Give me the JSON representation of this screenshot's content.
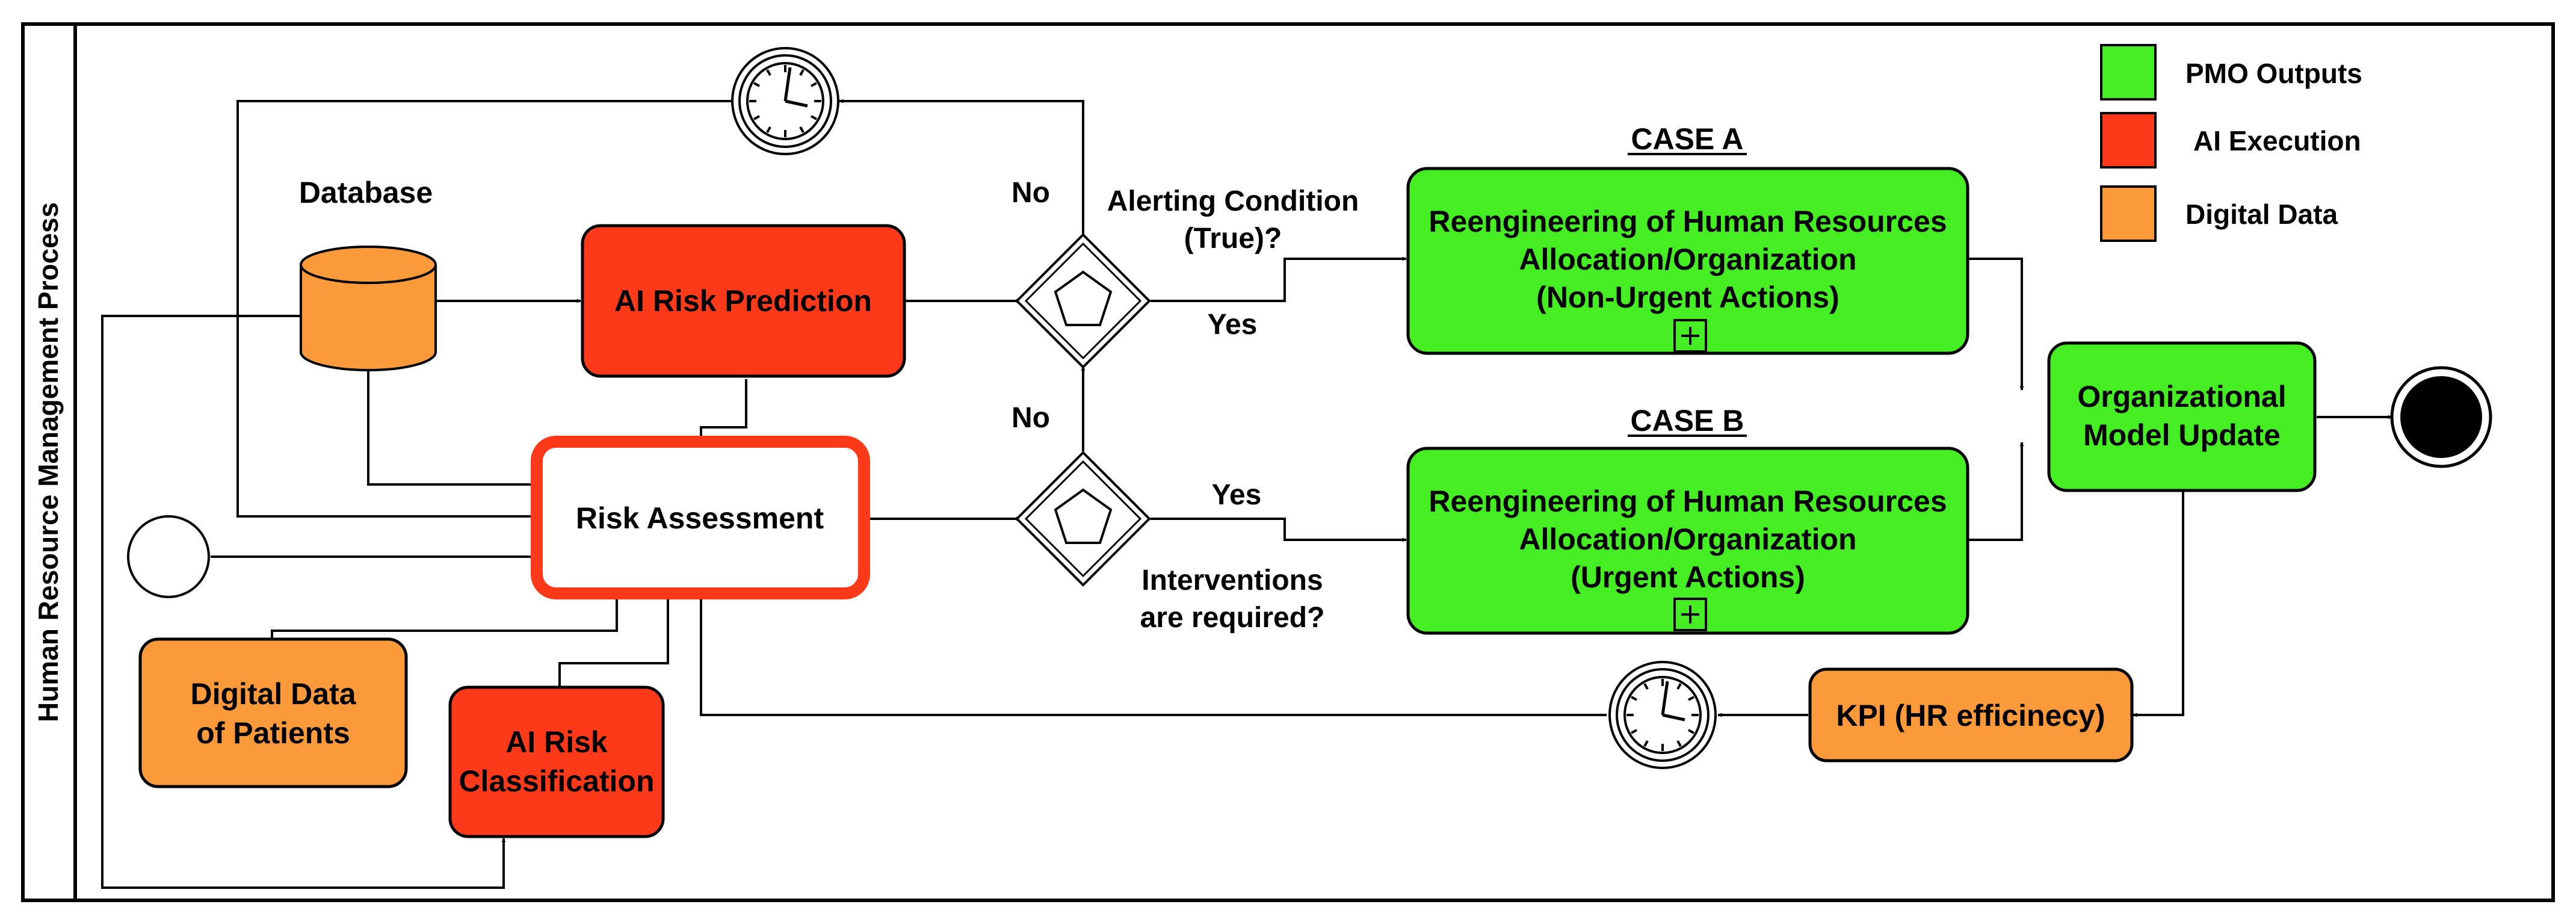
{
  "pool": {
    "label": "Human Resource Management Process"
  },
  "colors": {
    "pmo": "#44ee22",
    "ai": "#ff3a1a",
    "digital": "#fb9a3a",
    "highlight": "#ff3a1a"
  },
  "legend": [
    {
      "label": "PMO Outputs",
      "color": "#44ee22"
    },
    {
      "label": "AI Execution",
      "color": "#ff3a1a"
    },
    {
      "label": "Digital Data",
      "color": "#fb9a3a"
    }
  ],
  "nodes": {
    "database": "Database",
    "ai_risk_prediction": "AI Risk Prediction",
    "risk_assessment": "Risk Assessment",
    "digital_data_patients": [
      "Digital Data",
      "of Patients"
    ],
    "ai_risk_classification": [
      "AI Risk",
      "Classification"
    ],
    "case_a_title": "CASE A",
    "case_a_box": [
      "Reengineering of Human Resources",
      "Allocation/Organization",
      "(Non-Urgent Actions)"
    ],
    "case_b_title": "CASE B",
    "case_b_box": [
      "Reengineering of Human Resources",
      "Allocation/Organization",
      "(Urgent Actions)"
    ],
    "org_model_update": [
      "Organizational",
      "Model Update"
    ],
    "kpi": "KPI (HR efficinecy)"
  },
  "flow_labels": {
    "no_top": "No",
    "alerting_condition": [
      "Alerting Condition",
      "(True)?"
    ],
    "yes_top": "Yes",
    "no_bottom": "No",
    "yes_bottom": "Yes",
    "interventions": [
      "Interventions",
      "are required?"
    ]
  }
}
